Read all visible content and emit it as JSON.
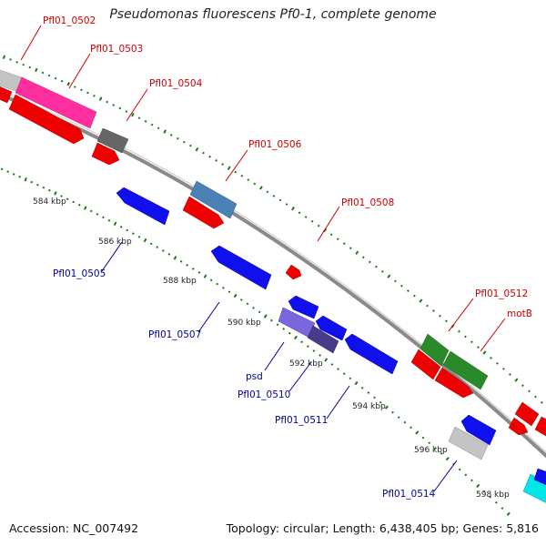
{
  "title": "Pseudomonas fluorescens Pf0-1, complete genome",
  "footer": {
    "accession": "Accession: NC_007492",
    "summary": "Topology: circular; Length: 6,438,405 bp; Genes: 5,816"
  },
  "colors": {
    "forward_label": "#cc0000",
    "reverse_label": "#000099",
    "backbone": "#999999",
    "tick": "#1a7a1a"
  },
  "kbp_labels": [
    "584 kbp",
    "586 kbp",
    "588 kbp",
    "590 kbp",
    "592 kbp",
    "594 kbp",
    "596 kbp",
    "598 kbp"
  ],
  "genes": [
    {
      "name": "Pfl01_0502",
      "strand": "forward",
      "color": "#bbbbbb"
    },
    {
      "name": "Pfl01_0503",
      "strand": "forward",
      "color": "#ff3399"
    },
    {
      "name": "Pfl01_0504",
      "strand": "forward",
      "color": "#666666"
    },
    {
      "name": "Pfl01_0505",
      "strand": "reverse",
      "color": "#1111ee"
    },
    {
      "name": "Pfl01_0506",
      "strand": "forward",
      "color": "#4a7fb0"
    },
    {
      "name": "Pfl01_0507",
      "strand": "reverse",
      "color": "#1111ee"
    },
    {
      "name": "Pfl01_0508",
      "strand": "forward",
      "color": "#ee0000"
    },
    {
      "name": "psd",
      "strand": "reverse",
      "color": "#7766dd"
    },
    {
      "name": "Pfl01_0510",
      "strand": "reverse",
      "color": "#4a3a8a"
    },
    {
      "name": "Pfl01_0511",
      "strand": "reverse",
      "color": "#1111ee"
    },
    {
      "name": "Pfl01_0512",
      "strand": "forward",
      "color": "#2a8a2a"
    },
    {
      "name": "motB",
      "strand": "forward",
      "color": "#2a8a2a"
    },
    {
      "name": "Pfl01_0514",
      "strand": "reverse",
      "color": "#bbbbbb"
    }
  ]
}
